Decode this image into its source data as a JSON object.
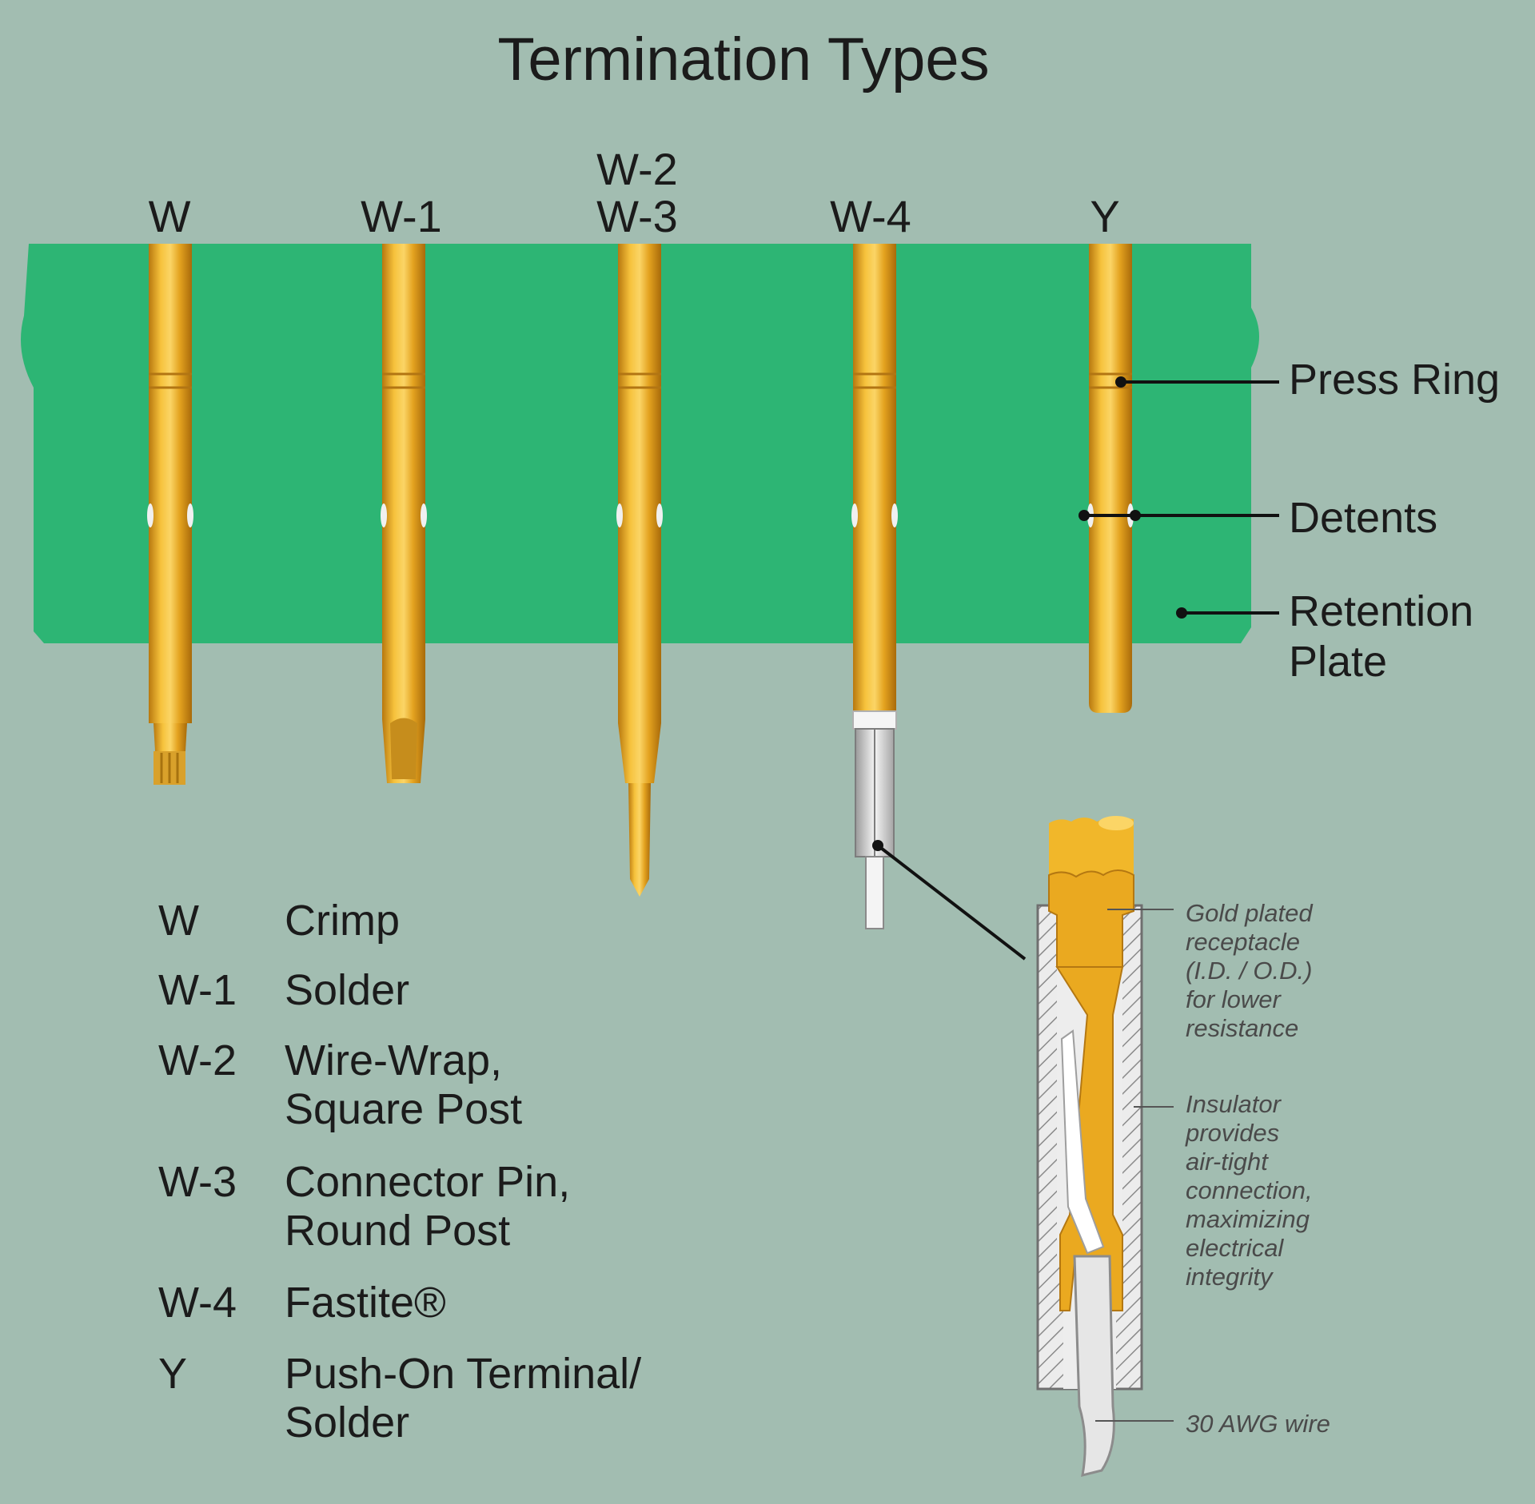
{
  "title": "Termination Types",
  "pin_labels": [
    "W",
    "W-1",
    "W-2",
    "W-3",
    "W-4",
    "Y"
  ],
  "callouts": {
    "press_ring": "Press Ring",
    "detents": "Detents",
    "retention_plate_line1": "Retention",
    "retention_plate_line2": "Plate"
  },
  "legend": [
    {
      "code": "W",
      "lines": [
        "Crimp"
      ]
    },
    {
      "code": "W-1",
      "lines": [
        "Solder"
      ]
    },
    {
      "code": "W-2",
      "lines": [
        "Wire-Wrap,",
        "Square Post"
      ]
    },
    {
      "code": "W-3",
      "lines": [
        "Connector Pin,",
        "Round Post"
      ]
    },
    {
      "code": "W-4",
      "lines": [
        "Fastite®"
      ]
    },
    {
      "code": "Y",
      "lines": [
        "Push-On Terminal/",
        "Solder"
      ]
    }
  ],
  "detail_notes": {
    "receptacle": [
      "Gold plated",
      "receptacle",
      "(I.D. / O.D.)",
      "for lower",
      "resistance"
    ],
    "insulator": [
      "Insulator",
      "provides",
      "air-tight",
      "connection,",
      "maximizing",
      "electrical",
      "integrity"
    ],
    "wire": [
      "30 AWG wire"
    ]
  },
  "colors": {
    "background": "#a2bdb1",
    "retention_plate": "#2db574",
    "gold": "#e6a823",
    "text": "#1b1b1b"
  }
}
